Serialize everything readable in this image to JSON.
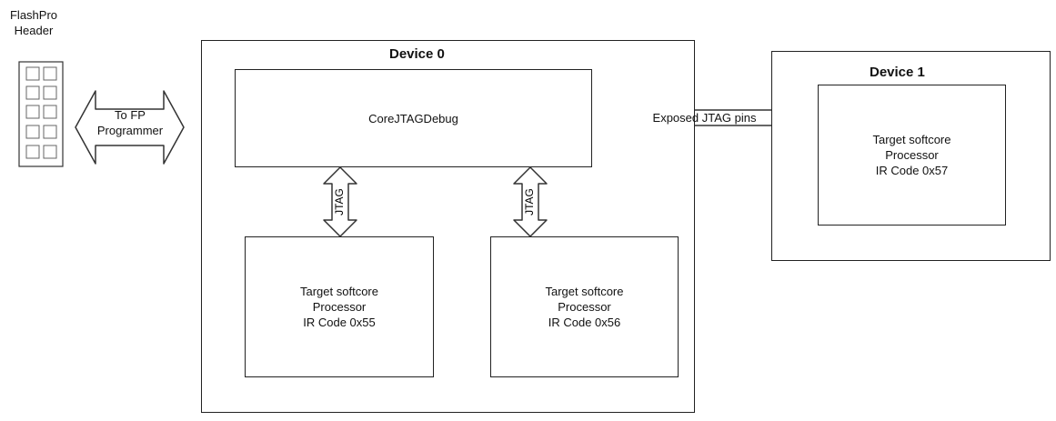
{
  "header": {
    "line1": "FlashPro",
    "line2": "Header"
  },
  "arrow_fp": {
    "line1": "To FP",
    "line2": "Programmer"
  },
  "device0": {
    "title": "Device 0",
    "core": "CoreJTAGDebug",
    "link_label_left": "JTAG",
    "link_label_right": "JTAG",
    "target_a": {
      "line1": "Target softcore",
      "line2": "Processor",
      "line3": "IR Code 0x55"
    },
    "target_b": {
      "line1": "Target softcore",
      "line2": "Processor",
      "line3": "IR Code 0x56"
    }
  },
  "exposed_link": {
    "label": "Exposed JTAG pins"
  },
  "device1": {
    "title": "Device 1",
    "target": {
      "line1": "Target softcore",
      "line2": "Processor",
      "line3": "IR Code 0x57"
    }
  }
}
